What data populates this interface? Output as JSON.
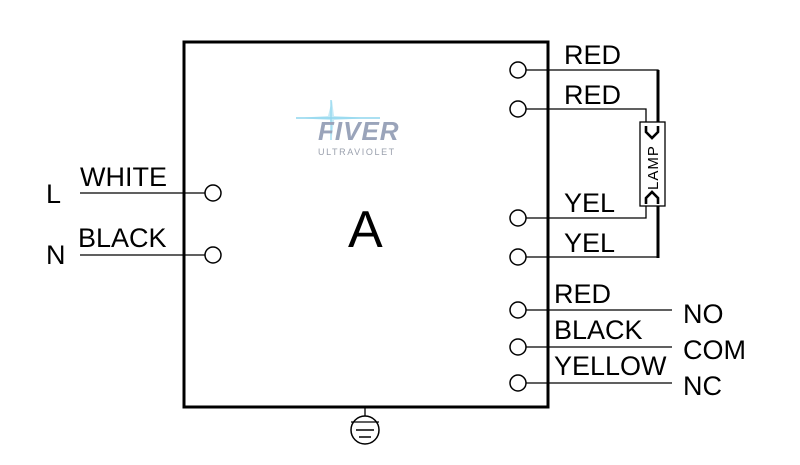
{
  "diagram": {
    "title_letter": "A",
    "logo": {
      "brand": "FIVER",
      "tagline": "ULTRAVIOLET",
      "colors": {
        "text": "#9aa4ba",
        "star": "#7fd3ec"
      }
    },
    "inputs": [
      {
        "terminal": "L",
        "wire": "WHITE"
      },
      {
        "terminal": "N",
        "wire": "BLACK"
      }
    ],
    "lamp": {
      "label": "LAMP",
      "wires": [
        "RED",
        "RED",
        "YEL",
        "YEL"
      ]
    },
    "relay": {
      "wires": [
        "RED",
        "BLACK",
        "YELLOW"
      ],
      "contacts": [
        "NO",
        "COM",
        "NC"
      ]
    },
    "ground_symbol": "ground-icon",
    "line_color": "#000000"
  }
}
